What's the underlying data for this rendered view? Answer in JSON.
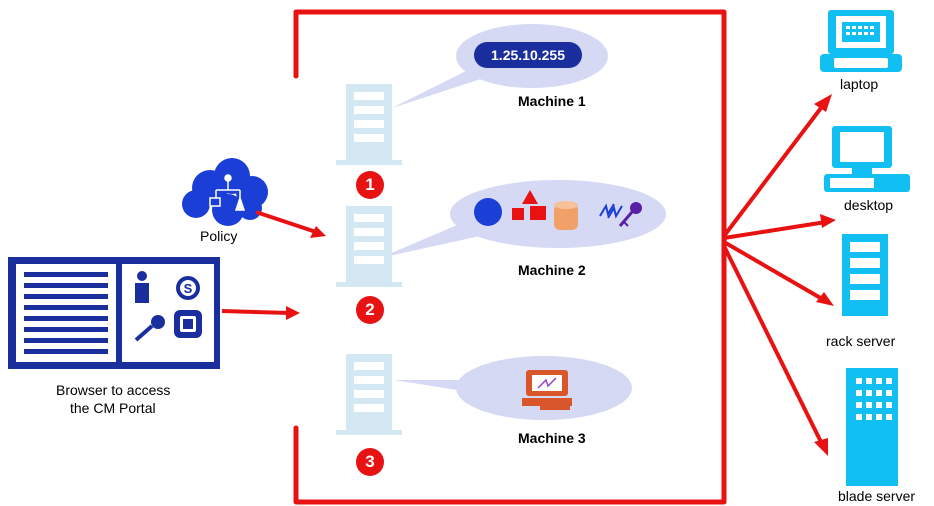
{
  "labels": {
    "policy": "Policy",
    "browser_line1": "Browser to access",
    "browser_line2": "the CM Portal",
    "machine1": "Machine 1",
    "machine2": "Machine 2",
    "machine3": "Machine 3",
    "ip_address": "1.25.10.255",
    "step1": "1",
    "step2": "2",
    "step3": "3"
  },
  "devices": {
    "laptop": "laptop",
    "desktop": "desktop",
    "rack_server": "rack server",
    "blade_server": "blade server"
  },
  "colors": {
    "accent_red": "#e81212",
    "server_light_blue": "#d4e8f4",
    "device_cyan": "#11bff2",
    "bubble_lavender": "#d5d9f4",
    "browser_navy": "#1a2e9e"
  }
}
